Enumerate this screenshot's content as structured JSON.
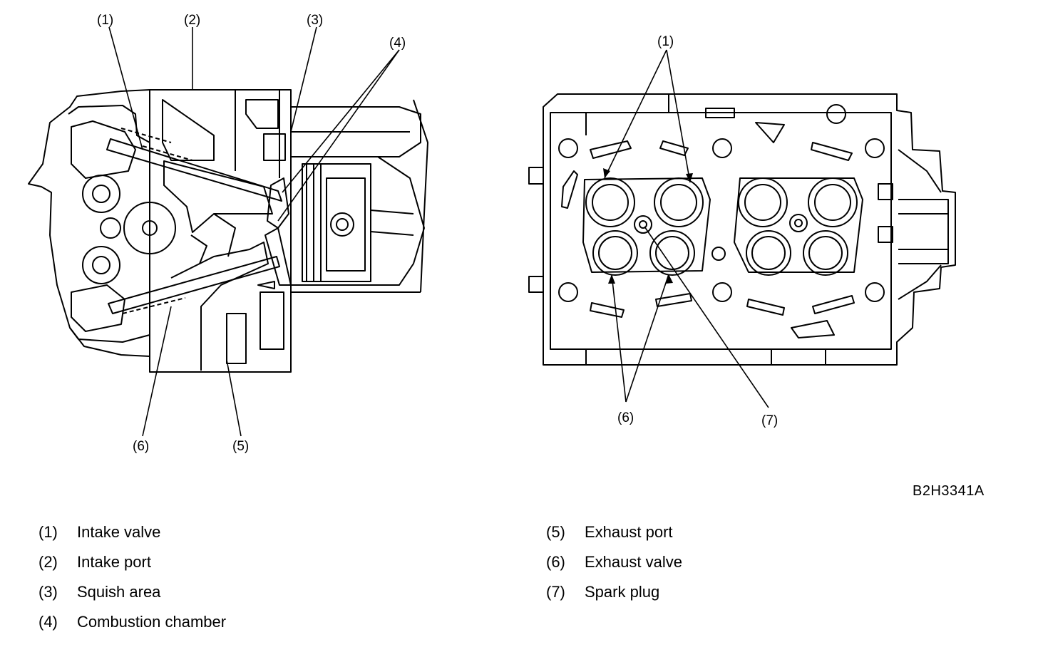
{
  "figure_code": "B2H3341A",
  "callouts": {
    "left_1": "(1)",
    "left_2": "(2)",
    "left_3": "(3)",
    "left_4": "(4)",
    "left_5": "(5)",
    "left_6": "(6)",
    "right_1": "(1)",
    "right_6": "(6)",
    "right_7": "(7)"
  },
  "legend_left": [
    {
      "num": "(1)",
      "label": "Intake valve"
    },
    {
      "num": "(2)",
      "label": "Intake port"
    },
    {
      "num": "(3)",
      "label": "Squish area"
    },
    {
      "num": "(4)",
      "label": "Combustion chamber"
    }
  ],
  "legend_right": [
    {
      "num": "(5)",
      "label": "Exhaust port"
    },
    {
      "num": "(6)",
      "label": "Exhaust valve"
    },
    {
      "num": "(7)",
      "label": "Spark plug"
    }
  ]
}
